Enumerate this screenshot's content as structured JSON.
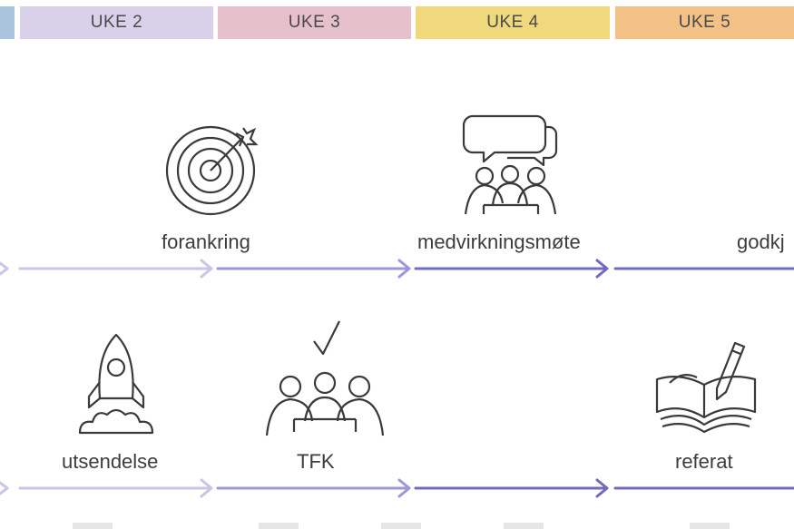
{
  "weeks": [
    {
      "label": "",
      "color": "#a9c4dc"
    },
    {
      "label": "UKE 2",
      "color": "#d9d0e9"
    },
    {
      "label": "UKE 3",
      "color": "#e6c1cc"
    },
    {
      "label": "UKE 4",
      "color": "#f0d97c"
    },
    {
      "label": "UKE 5",
      "color": "#f3c185"
    }
  ],
  "row1": {
    "items": [
      {
        "label": "forankring",
        "icon": "target-icon"
      },
      {
        "label": "medvirkningsmøte",
        "icon": "meeting-discussion-icon"
      },
      {
        "label": "godkj",
        "icon": ""
      }
    ]
  },
  "row2": {
    "items": [
      {
        "label": "utsendelse",
        "icon": "rocket-icon"
      },
      {
        "label": "TFK",
        "icon": "approval-meeting-icon"
      },
      {
        "label": "referat",
        "icon": "book-pen-icon"
      }
    ]
  },
  "colors": {
    "arrow_light": "#c9c5e6",
    "arrow_mid": "#9a98d6",
    "arrow_dark": "#6f6cbf",
    "icon_stroke": "#3a3a3a"
  }
}
